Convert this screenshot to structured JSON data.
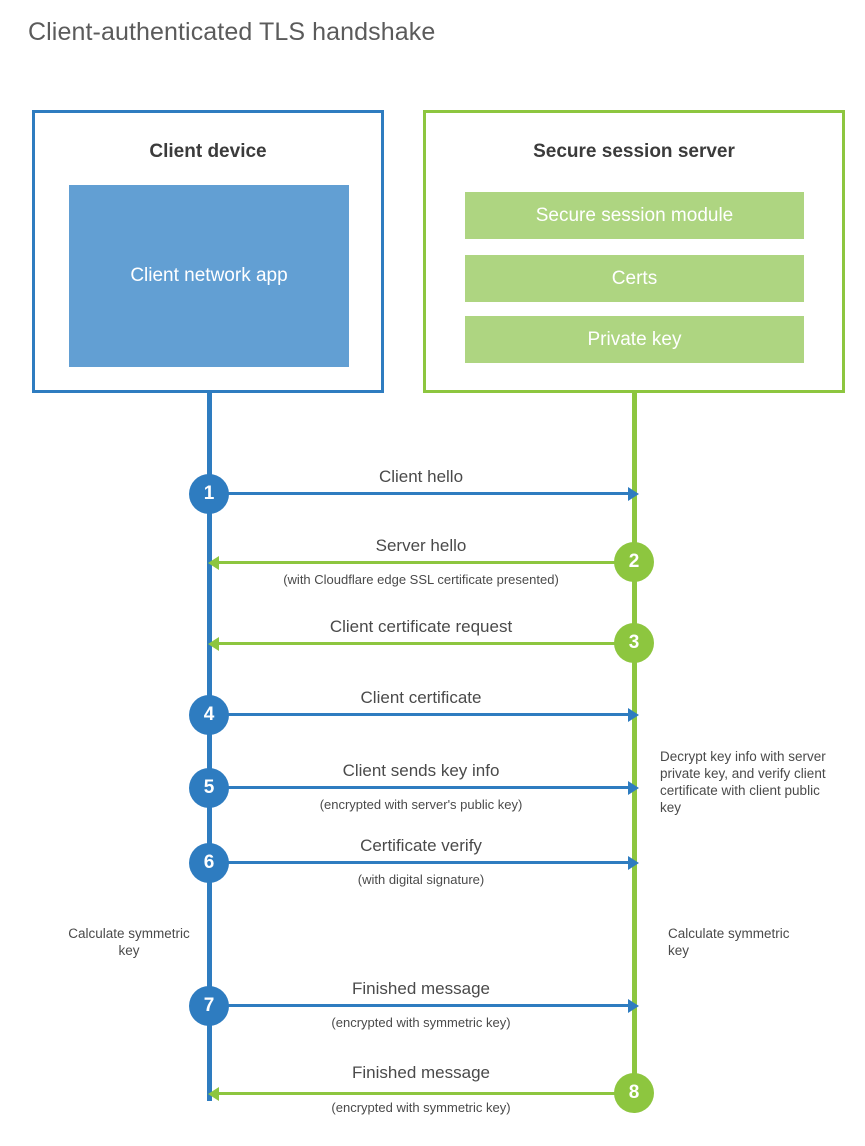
{
  "title": "Client-authenticated TLS handshake",
  "colors": {
    "client_blue": "#2E7CC0",
    "client_app_fill": "#629FD3",
    "server_green": "#8DC63F",
    "server_block_fill": "#AED581",
    "text_gray": "#4a4a4a",
    "title_gray": "#5b5b5b"
  },
  "entities": {
    "client": {
      "title": "Client device",
      "blocks": [
        {
          "label": "Client network app"
        }
      ]
    },
    "server": {
      "title": "Secure session server",
      "blocks": [
        {
          "label": "Secure session module"
        },
        {
          "label": "Certs"
        },
        {
          "label": "Private key"
        }
      ]
    }
  },
  "steps": [
    {
      "number": "1",
      "origin": "client",
      "direction": "right",
      "primary": "Client hello",
      "secondary": ""
    },
    {
      "number": "2",
      "origin": "server",
      "direction": "left",
      "primary": "Server hello",
      "secondary": "(with Cloudflare edge SSL certificate presented)"
    },
    {
      "number": "3",
      "origin": "server",
      "direction": "left",
      "primary": "Client certificate request",
      "secondary": ""
    },
    {
      "number": "4",
      "origin": "client",
      "direction": "right",
      "primary": "Client certificate",
      "secondary": ""
    },
    {
      "number": "5",
      "origin": "client",
      "direction": "right",
      "primary": "Client sends key info",
      "secondary": "(encrypted with server's public key)"
    },
    {
      "number": "6",
      "origin": "client",
      "direction": "right",
      "primary": "Certificate verify",
      "secondary": "(with digital signature)"
    },
    {
      "number": "7",
      "origin": "client",
      "direction": "right",
      "primary": "Finished message",
      "secondary": "(encrypted with symmetric key)"
    },
    {
      "number": "8",
      "origin": "server",
      "direction": "left",
      "primary": "Finished message",
      "secondary": "(encrypted with symmetric key)"
    }
  ],
  "annotations": {
    "server_decrypt": "Decrypt key info with server private key, and verify client certificate with client public key",
    "client_calculate": "Calculate symmetric key",
    "server_calculate": "Calculate symmetric key"
  }
}
